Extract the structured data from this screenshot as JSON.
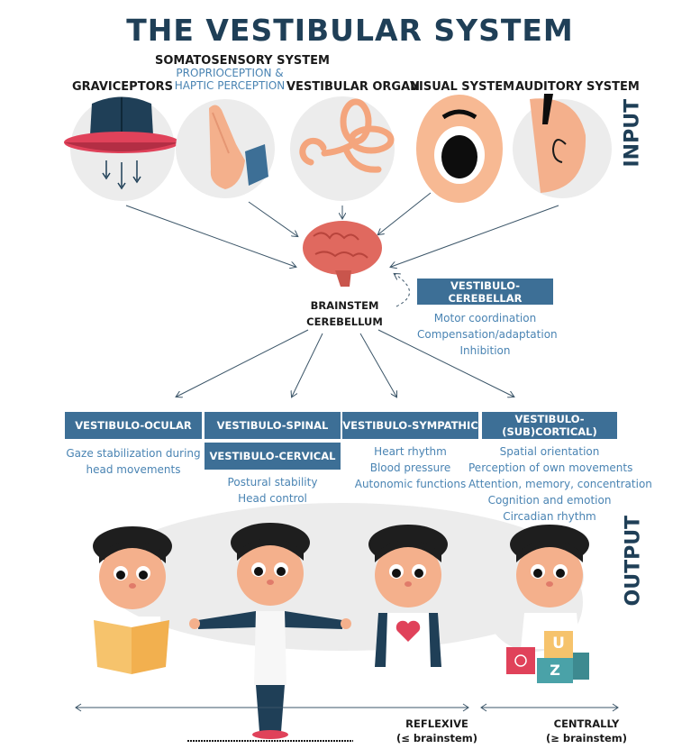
{
  "title": "THE VESTIBULAR SYSTEM",
  "inputs": [
    {
      "label": "GRAVICEPTORS",
      "icon": "hat-icon"
    },
    {
      "label": "SOMATOSENSORY SYSTEM",
      "sub1": "PROPRIOCEPTION &",
      "sub2": "HAPTIC PERCEPTION",
      "icon": "hand-icon"
    },
    {
      "label": "VESTIBULAR ORGAN",
      "icon": "inner-ear-icon"
    },
    {
      "label": "VISUAL SYSTEM",
      "icon": "eye-icon"
    },
    {
      "label": "AUDITORY SYSTEM",
      "icon": "ear-icon"
    }
  ],
  "side_labels": {
    "input": "INPUT",
    "output": "OUTPUT"
  },
  "center": {
    "line1": "BRAINSTEM",
    "line2": "CEREBELLUM"
  },
  "cerebellar": {
    "label": "VESTIBULO-CEREBELLAR",
    "items": [
      "Motor coordination",
      "Compensation/adaptation",
      "Inhibition"
    ]
  },
  "outputs": {
    "ocular": {
      "label": "VESTIBULO-OCULAR",
      "items": [
        "Gaze stabilization during",
        "head movements"
      ]
    },
    "spinal": {
      "label": "VESTIBULO-SPINAL"
    },
    "cervical": {
      "label": "VESTIBULO-CERVICAL",
      "items": [
        "Postural stability",
        "Head control"
      ]
    },
    "sympathetic": {
      "label": "VESTIBULO-SYMPATHIC",
      "items": [
        "Heart rhythm",
        "Blood pressure",
        "Autonomic functions"
      ]
    },
    "cortical": {
      "label": "VESTIBULO-(SUB)CORTICAL)",
      "items": [
        "Spatial orientation",
        "Perception of own movements",
        "Attention, memory, concentration",
        "Cognition and emotion",
        "Circadian rhythm"
      ]
    }
  },
  "axis": {
    "reflexive": {
      "line1": "REFLEXIVE",
      "line2": "(≤ brainstem)"
    },
    "centrally": {
      "line1": "CENTRALLY",
      "line2": "(≥ brainstem)"
    }
  },
  "blocks": {
    "u": "U",
    "z": "Z"
  },
  "colors": {
    "navy": "#1f3f57",
    "box": "#3d6f96",
    "blue_text": "#4a84b3",
    "circle": "#ececec",
    "skin": "#f4b08c",
    "red": "#e25a5a"
  }
}
